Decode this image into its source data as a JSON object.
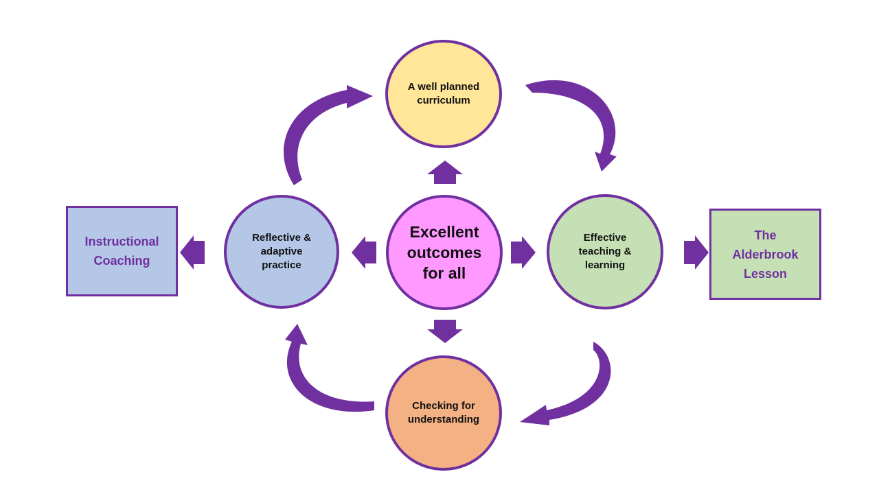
{
  "diagram": {
    "colors": {
      "accent": "#7030a0",
      "arrow": "#7030a0",
      "yellow": "#ffe699",
      "pink": "#ff99ff",
      "blue": "#b4c7e7",
      "green": "#c5e0b4",
      "orange": "#f4b183",
      "box_text": "#7030a0"
    },
    "nodes": {
      "top": {
        "label": "A well planned\ncurriculum"
      },
      "center": {
        "label": "Excellent\noutcomes\nfor all"
      },
      "left": {
        "label": "Reflective &\nadaptive\npractice"
      },
      "right": {
        "label": "Effective\nteaching &\nlearning"
      },
      "bottom": {
        "label": "Checking for\nunderstanding"
      }
    },
    "boxes": {
      "left": {
        "label": "Instructional\nCoaching"
      },
      "right": {
        "label": "The\nAlderbrook\nLesson"
      }
    },
    "edges": [
      {
        "from": "center",
        "to": "top",
        "kind": "block-arrow"
      },
      {
        "from": "center",
        "to": "left",
        "kind": "block-arrow"
      },
      {
        "from": "center",
        "to": "right",
        "kind": "block-arrow"
      },
      {
        "from": "center",
        "to": "bottom",
        "kind": "block-arrow"
      },
      {
        "from": "left",
        "to": "box-left",
        "kind": "block-arrow"
      },
      {
        "from": "right",
        "to": "box-right",
        "kind": "block-arrow"
      },
      {
        "from": "left",
        "to": "top",
        "kind": "curved-arrow"
      },
      {
        "from": "top",
        "to": "right",
        "kind": "curved-arrow"
      },
      {
        "from": "right",
        "to": "bottom",
        "kind": "curved-arrow"
      },
      {
        "from": "bottom",
        "to": "left",
        "kind": "curved-arrow"
      }
    ]
  }
}
